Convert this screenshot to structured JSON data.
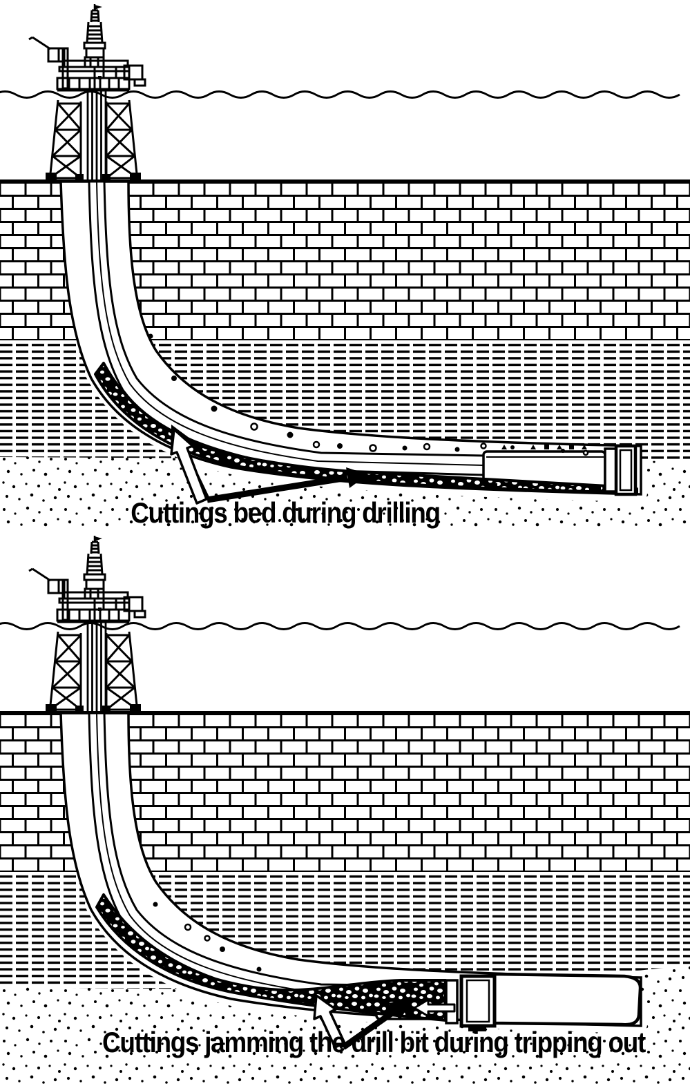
{
  "figure": {
    "paper_color": "#ffffff",
    "ink_color": "#000000",
    "panels": [
      {
        "id": "drilling",
        "caption": "Cuttings bed during drilling"
      },
      {
        "id": "tripping-out",
        "caption": "Cuttings jamming the drill bit during tripping out"
      }
    ]
  }
}
